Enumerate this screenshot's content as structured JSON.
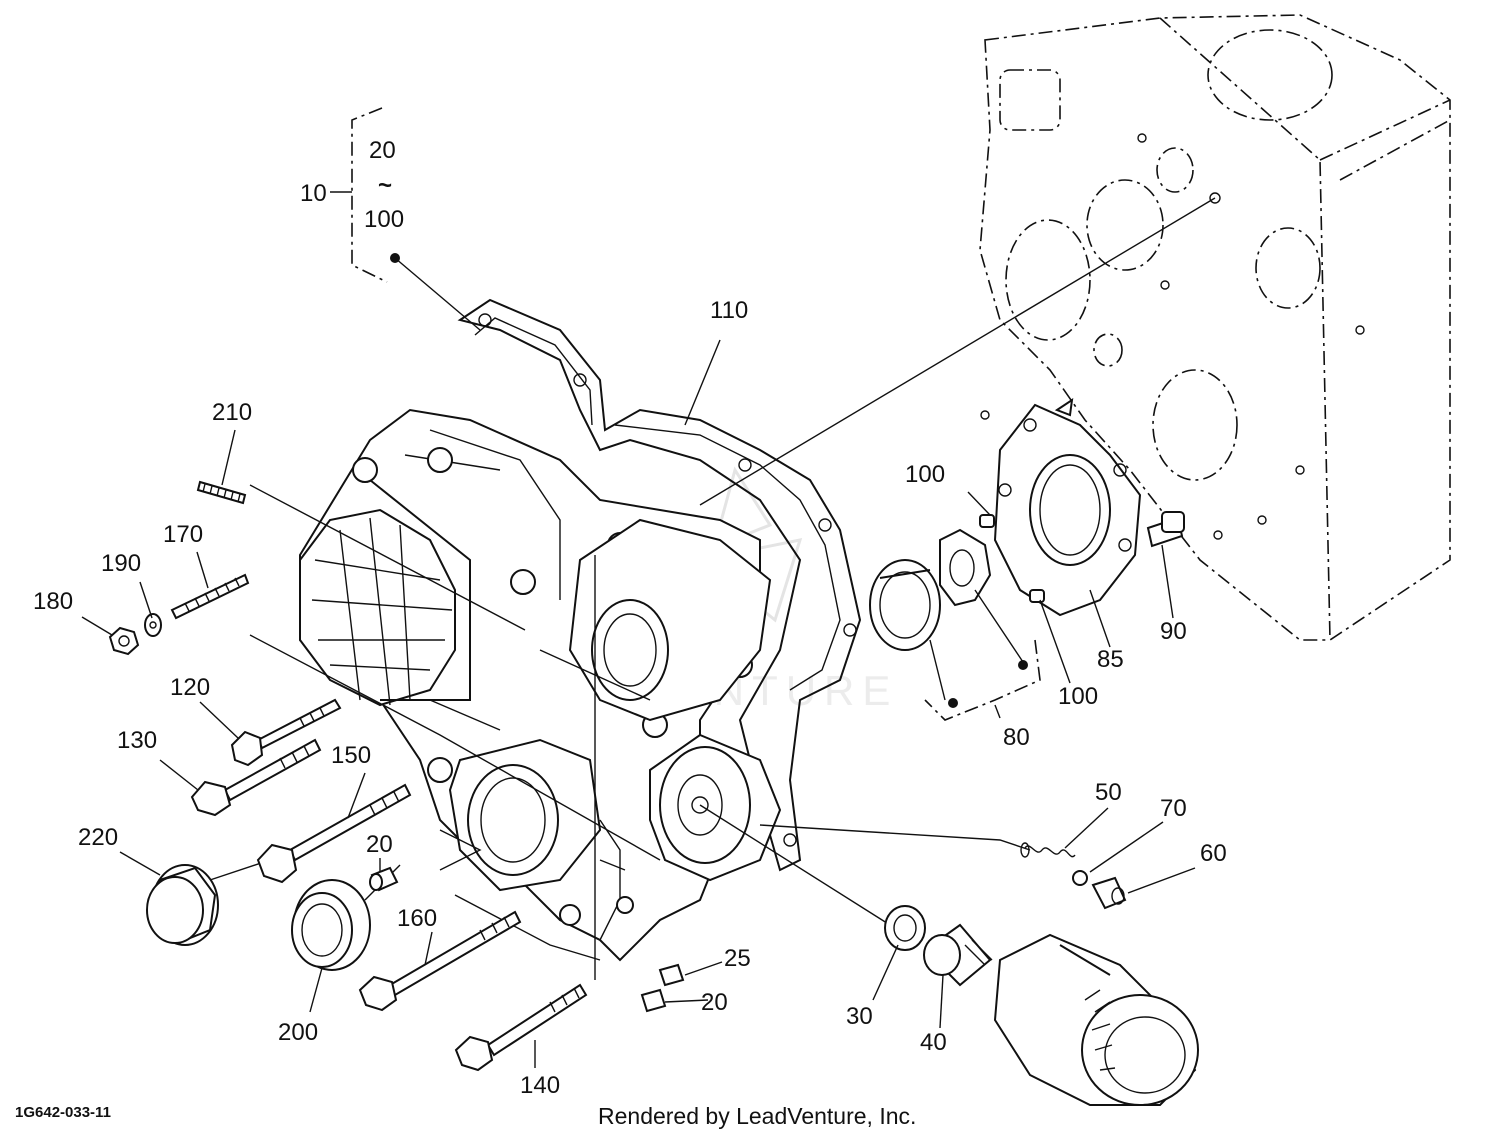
{
  "diagram": {
    "figure_code": "1G642-033-11",
    "credit": "Rendered by LeadVenture, Inc.",
    "watermark": "LEADVENTURE",
    "group_bracket": {
      "ref": "10",
      "range_start": "20",
      "range_symbol": "~",
      "range_end": "100"
    },
    "callouts": [
      {
        "id": "110",
        "label": "110"
      },
      {
        "id": "210",
        "label": "210"
      },
      {
        "id": "170",
        "label": "170"
      },
      {
        "id": "190",
        "label": "190"
      },
      {
        "id": "180",
        "label": "180"
      },
      {
        "id": "120",
        "label": "120"
      },
      {
        "id": "130",
        "label": "130"
      },
      {
        "id": "150",
        "label": "150"
      },
      {
        "id": "220",
        "label": "220"
      },
      {
        "id": "20a",
        "label": "20"
      },
      {
        "id": "160",
        "label": "160"
      },
      {
        "id": "200",
        "label": "200"
      },
      {
        "id": "140",
        "label": "140"
      },
      {
        "id": "25",
        "label": "25"
      },
      {
        "id": "20b",
        "label": "20"
      },
      {
        "id": "100a",
        "label": "100"
      },
      {
        "id": "90",
        "label": "90"
      },
      {
        "id": "85",
        "label": "85"
      },
      {
        "id": "100b",
        "label": "100"
      },
      {
        "id": "80",
        "label": "80"
      },
      {
        "id": "50",
        "label": "50"
      },
      {
        "id": "70",
        "label": "70"
      },
      {
        "id": "60",
        "label": "60"
      },
      {
        "id": "30",
        "label": "30"
      },
      {
        "id": "40",
        "label": "40"
      }
    ]
  }
}
